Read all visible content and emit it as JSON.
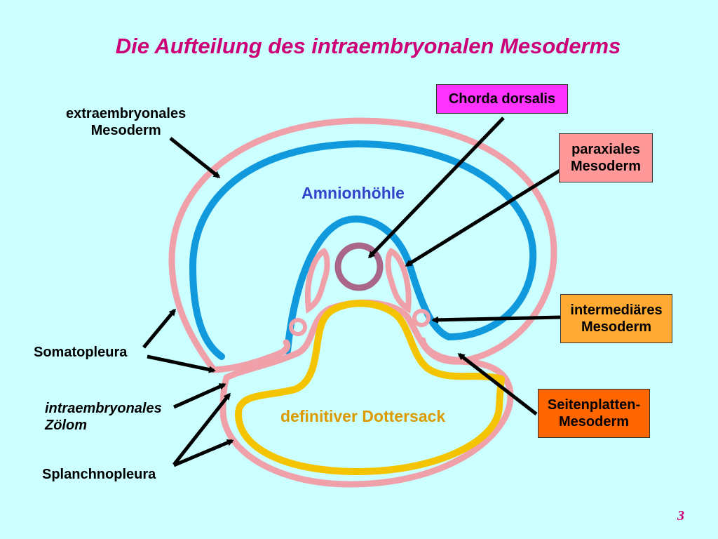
{
  "title": "Die Aufteilung des intraembryonalen Mesoderms",
  "labels": {
    "extraembryonal": [
      "extraembryonales",
      "Mesoderm"
    ],
    "somatopleura": "Somatopleura",
    "zoelom": [
      "intraembryonales",
      "Zölom"
    ],
    "splanchnopleura": "Splanchnopleura"
  },
  "boxes": {
    "chorda": {
      "lines": [
        "Chorda dorsalis"
      ],
      "color": "#ff33ff"
    },
    "paraxial": {
      "lines": [
        "paraxiales",
        "Mesoderm"
      ],
      "color": "#ff9999"
    },
    "intermediaer": {
      "lines": [
        "intermediäres",
        "Mesoderm"
      ],
      "color": "#ffaa33"
    },
    "seitenplatten": {
      "lines": [
        "Seitenplatten-",
        "Mesoderm"
      ],
      "color": "#ff6600"
    }
  },
  "inner": {
    "amnion": "Amnionhöhle",
    "dottersack": "definitiver Dottersack"
  },
  "colors": {
    "mesoderm": "#f0a0a8",
    "ectoderm": "#1199dd",
    "endoderm": "#f5c400",
    "chorda": "#aa6688",
    "amnion_text": "#3344cc",
    "dottersack_text": "#dd9900"
  },
  "page_number": "3"
}
